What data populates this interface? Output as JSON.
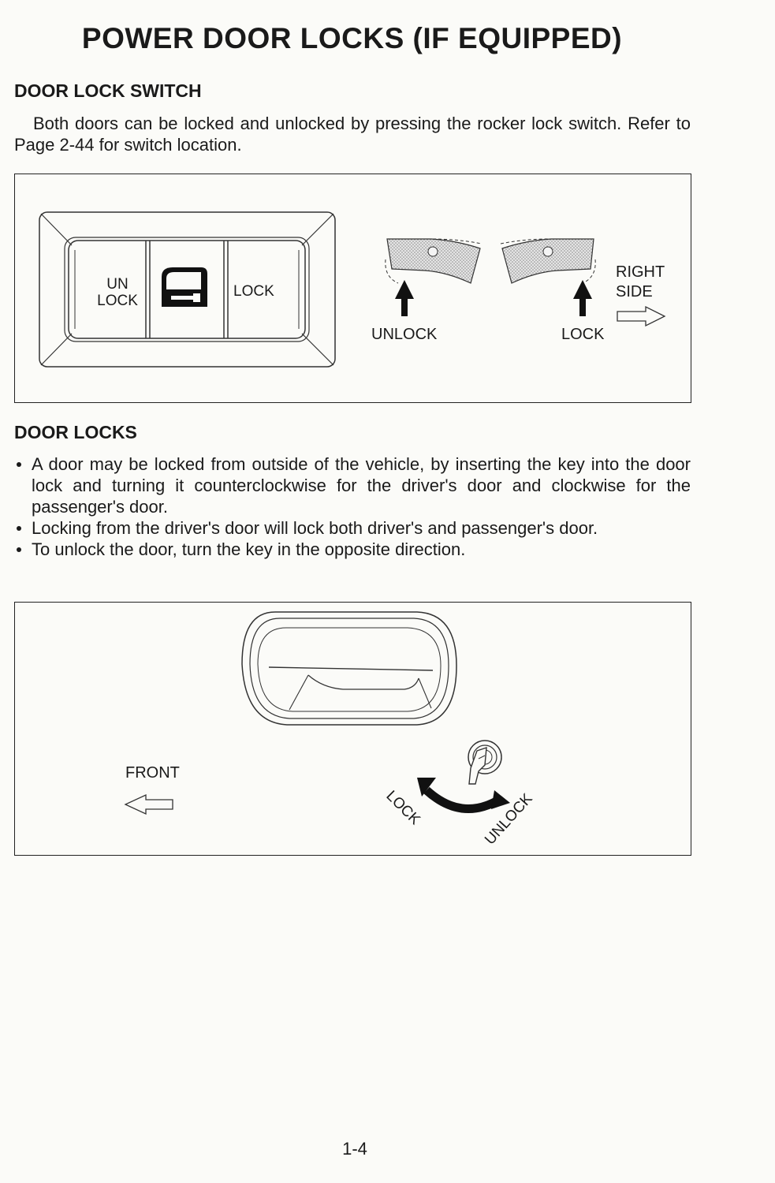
{
  "title": "POWER DOOR LOCKS (IF EQUIPPED)",
  "section1": {
    "heading": "DOOR LOCK SWITCH",
    "paragraph": "Both doors can be locked and unlocked by pressing the rocker lock switch. Refer to Page 2-44 for switch location."
  },
  "figure1": {
    "switch_unlock_line1": "UN",
    "switch_unlock_line2": "LOCK",
    "switch_lock": "LOCK",
    "unlock_label": "UNLOCK",
    "lock_label": "LOCK",
    "right_side_line1": "RIGHT",
    "right_side_line2": "SIDE"
  },
  "section2": {
    "heading": "DOOR LOCKS",
    "bullets": [
      "A door may be locked from outside of the vehicle, by inserting the key into the door lock and turning it counterclockwise for the driver's door and clockwise for the passenger's door.",
      "Locking from the driver's door will lock both driver's and passenger's door.",
      "To unlock the door, turn the key in the opposite direction."
    ]
  },
  "figure2": {
    "front_label": "FRONT",
    "lock_label": "LOCK",
    "unlock_label": "UNLOCK"
  },
  "page_number": "1-4"
}
